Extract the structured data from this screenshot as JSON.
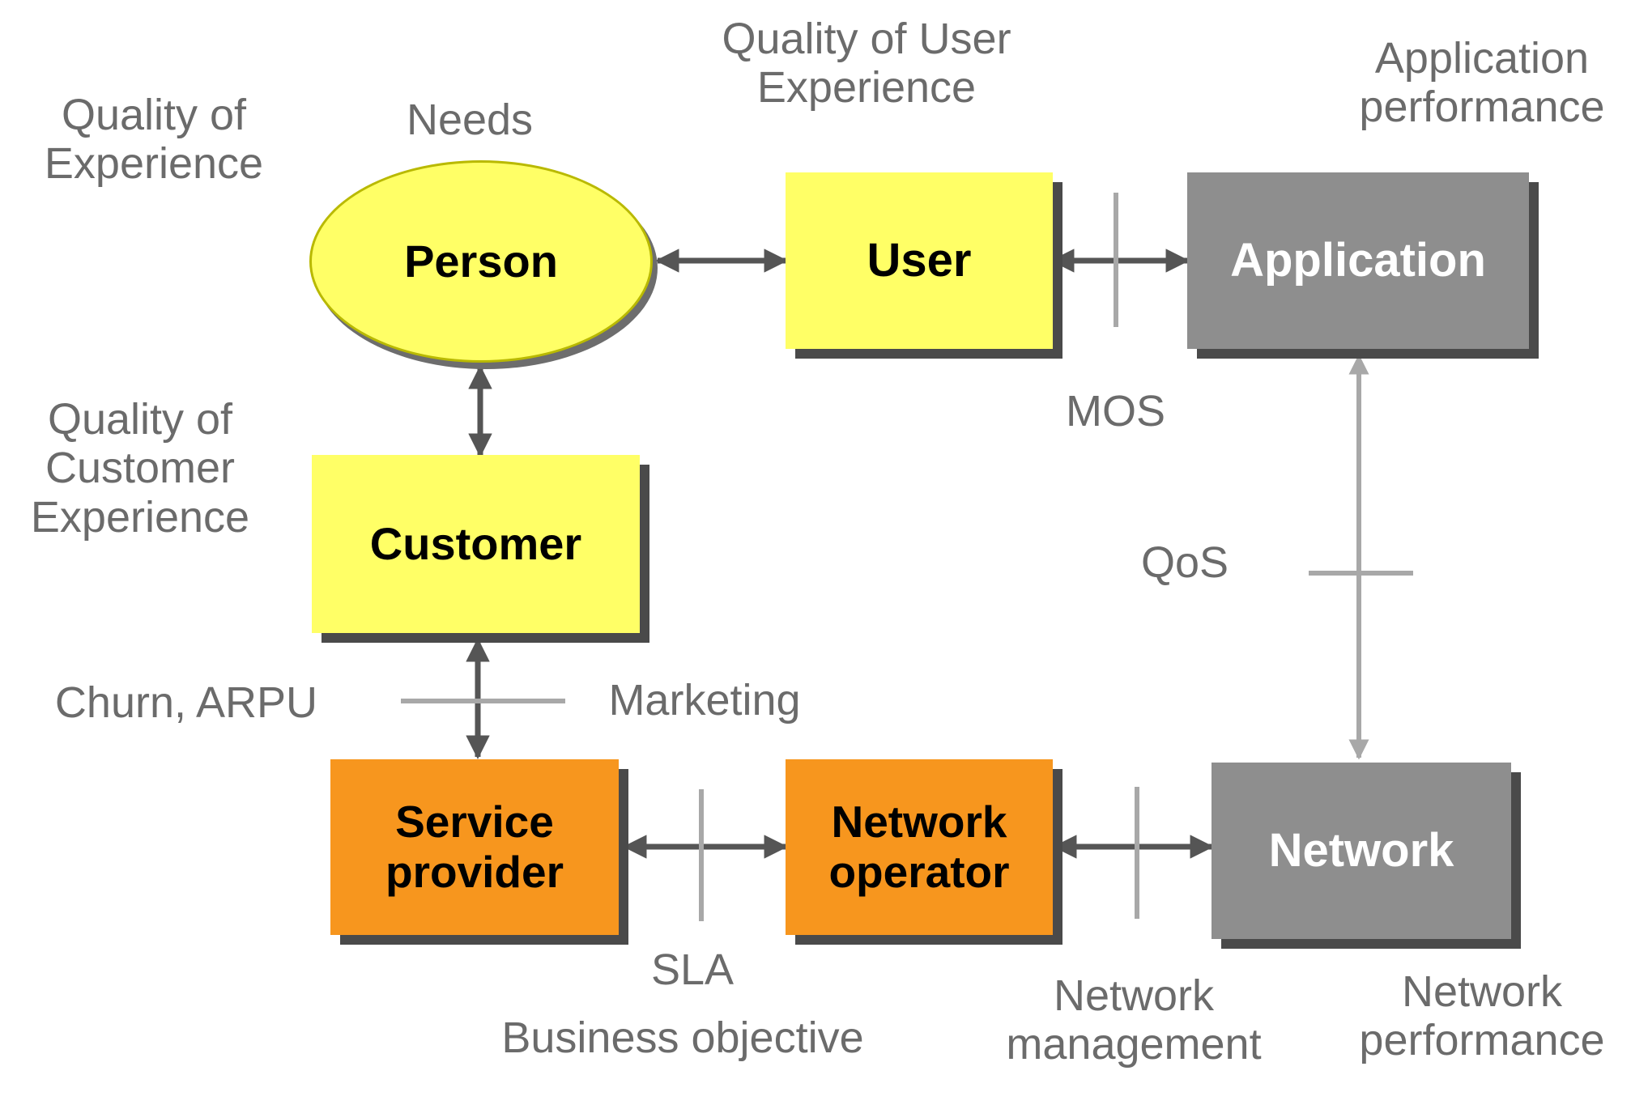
{
  "nodes": {
    "person": "Person",
    "user": "User",
    "application": "Application",
    "customer": "Customer",
    "service_provider": "Service\nprovider",
    "network_operator": "Network\noperator",
    "network": "Network"
  },
  "labels": {
    "quality_of_experience": "Quality of\nExperience",
    "needs": "Needs",
    "quality_of_user_experience": "Quality of User\nExperience",
    "application_performance": "Application\nperformance",
    "mos": "MOS",
    "quality_of_customer_experience": "Quality of\nCustomer\nExperience",
    "qos": "QoS",
    "churn_arpu": "Churn, ARPU",
    "marketing": "Marketing",
    "sla": "SLA",
    "business_objective": "Business objective",
    "network_management": "Network\nmanagement",
    "network_performance": "Network\nperformance"
  },
  "colors": {
    "yellow": "#ffff66",
    "orange": "#f7961e",
    "gray": "#8e8e8e",
    "arrow_dark": "#555555",
    "arrow_light": "#a8a8a8",
    "label_text": "#6b6b6b"
  }
}
